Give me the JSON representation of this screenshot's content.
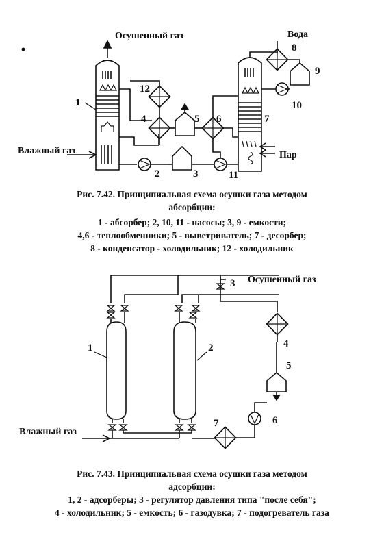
{
  "fig1": {
    "labels": {
      "dry_gas": "Осушенный газ",
      "water": "Вода",
      "wet_gas": "Влажный газ",
      "steam": "Пар"
    },
    "numbers": [
      "1",
      "2",
      "3",
      "4",
      "5",
      "6",
      "7",
      "8",
      "9",
      "10",
      "11",
      "12"
    ],
    "caption": {
      "title1": "Рис. 7.42. Принципиальная схема осушки газа методом",
      "title2": "абсорбции:",
      "legend1": "1 - абсорбер;  2, 10, 11 - насосы;  3, 9 - емкости;",
      "legend2": "4,6 - теплообменники; 5 - выветриватель; 7 - десорбер;",
      "legend3": "8 - конденсатор - холодильник;   12 - холодильник"
    }
  },
  "fig2": {
    "labels": {
      "dry_gas": "Осушенный газ",
      "wet_gas": "Влажный газ"
    },
    "numbers": [
      "1",
      "2",
      "3",
      "4",
      "5",
      "6",
      "7"
    ],
    "caption": {
      "title1": "Рис. 7.43. Принципиальная схема осушки газа методом",
      "title2": "адсорбции:",
      "legend1": "1, 2 - адсорберы;  3 - регулятор давления типа \"после себя\";",
      "legend2": "4 - холодильник; 5 - емкость; 6 - газодувка; 7 - подогреватель газа"
    }
  }
}
